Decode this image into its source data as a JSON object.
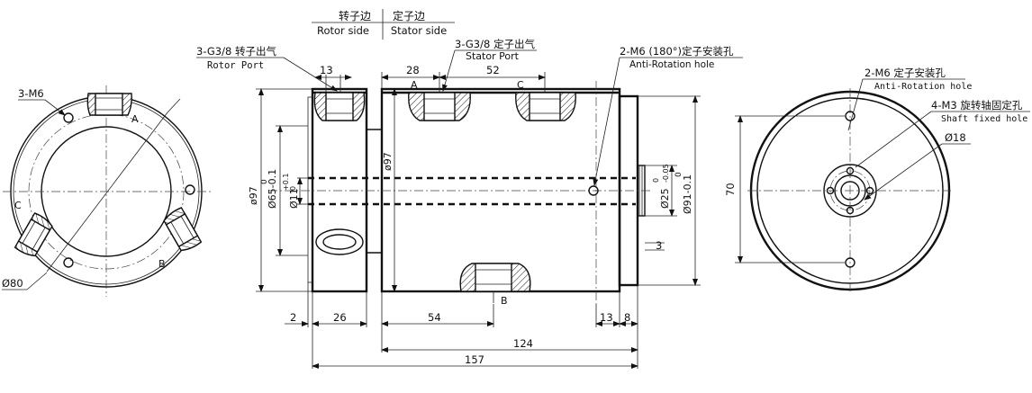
{
  "legend": {
    "rotor_cn": "转子边",
    "rotor_en": "Rotor side",
    "stator_cn": "定子边",
    "stator_en": "Stator side"
  },
  "labels": {
    "rotor_port_cn": "3-G3/8 转子出气",
    "rotor_port_en": "Rotor Port",
    "stator_port_cn": "3-G3/8 定子出气",
    "stator_port_en": "Stator Port",
    "anti_rot_cn": "2-M6 (180°)定子安装孔",
    "anti_rot_en": "Anti-Rotation hole",
    "m6_left": "3-M6",
    "dia80": "Ø80",
    "right_anti_cn": "2-M6 定子安装孔",
    "right_anti_en": "Anti-Rotation hole",
    "shaft_cn": "4-M3 旋转轴固定孔",
    "shaft_en": "Shaft fixed hole",
    "dia18": "Ø18",
    "dim70": "70",
    "port_a": "A",
    "port_b": "B",
    "port_c": "C"
  },
  "dims": {
    "d13_top": "13",
    "d28": "28",
    "d52": "52",
    "d97_left": "ø97",
    "d65": "Ø65-0.1",
    "d65_upper": "0",
    "d11": "Ø11",
    "d11_tol": "+0.1",
    "d11_tol2": "0",
    "d97_mid": "ø97",
    "d25": "Ø25",
    "d25_tol": "-0.05",
    "d25_tol2": "0",
    "d91": "Ø91-0.1",
    "d91_upper": "0",
    "d3": "3",
    "d2": "2",
    "d26": "26",
    "d54": "54",
    "d13_bot": "13",
    "d8": "8",
    "d124": "124",
    "d157": "157"
  }
}
